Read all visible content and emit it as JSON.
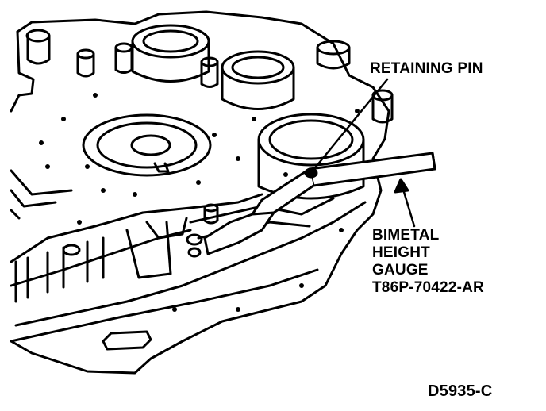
{
  "labels": {
    "retaining_pin": "RETAINING PIN",
    "gauge_lines": [
      "BIMETAL",
      "HEIGHT",
      "GAUGE",
      "T86P-70422-AR"
    ],
    "figure_code": "D5935-C"
  },
  "colors": {
    "ink": "#000000",
    "paper": "#ffffff"
  }
}
